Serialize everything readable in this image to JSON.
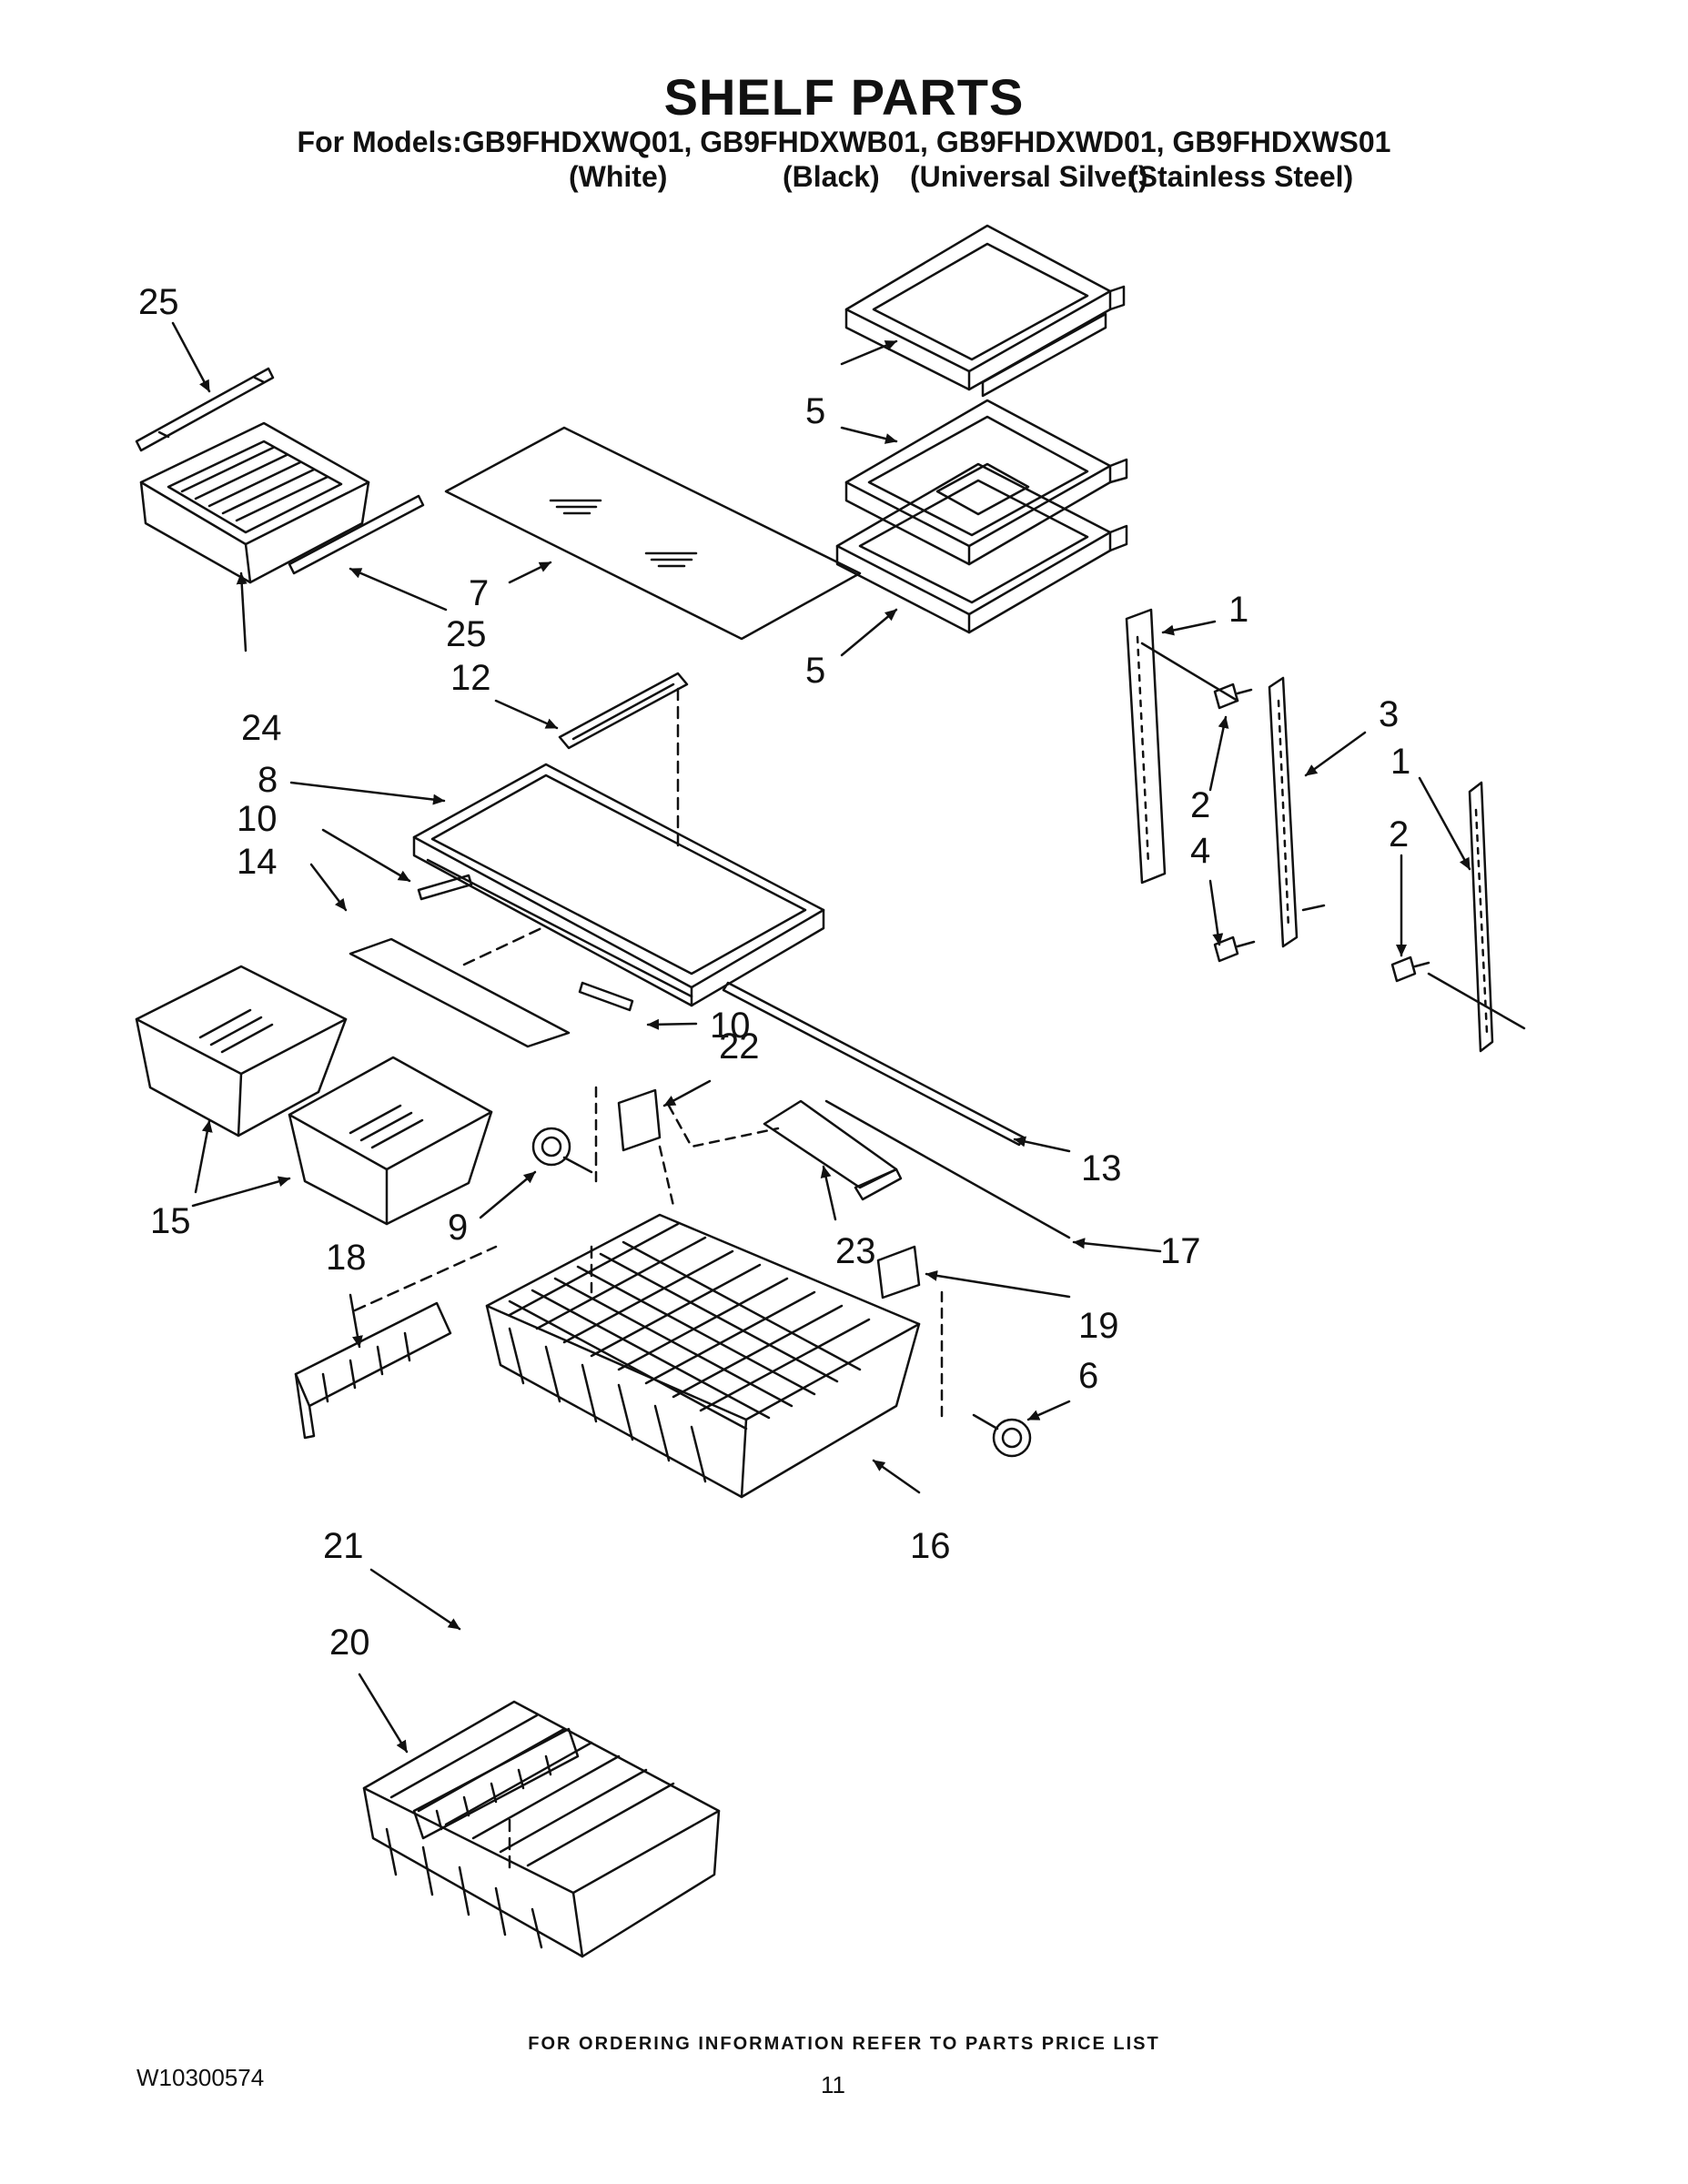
{
  "header": {
    "title": "SHELF PARTS",
    "models_line": "For Models:GB9FHDXWQ01, GB9FHDXWB01, GB9FHDXWD01, GB9FHDXWS01",
    "variants": [
      "(White)",
      "(Black)",
      "(Universal Silver)",
      "(Stainless Steel)"
    ]
  },
  "callouts": [
    "25",
    "5",
    "7",
    "25",
    "24",
    "12",
    "5",
    "1",
    "8",
    "10",
    "14",
    "3",
    "2",
    "4",
    "1",
    "2",
    "22",
    "10",
    "13",
    "15",
    "9",
    "23",
    "17",
    "18",
    "19",
    "6",
    "16",
    "21",
    "20"
  ],
  "footer": {
    "ordering_note": "FOR ORDERING INFORMATION REFER TO PARTS PRICE LIST",
    "document_number": "W10300574",
    "page_number": "11"
  },
  "colors": {
    "line": "#111111",
    "background": "#ffffff"
  }
}
